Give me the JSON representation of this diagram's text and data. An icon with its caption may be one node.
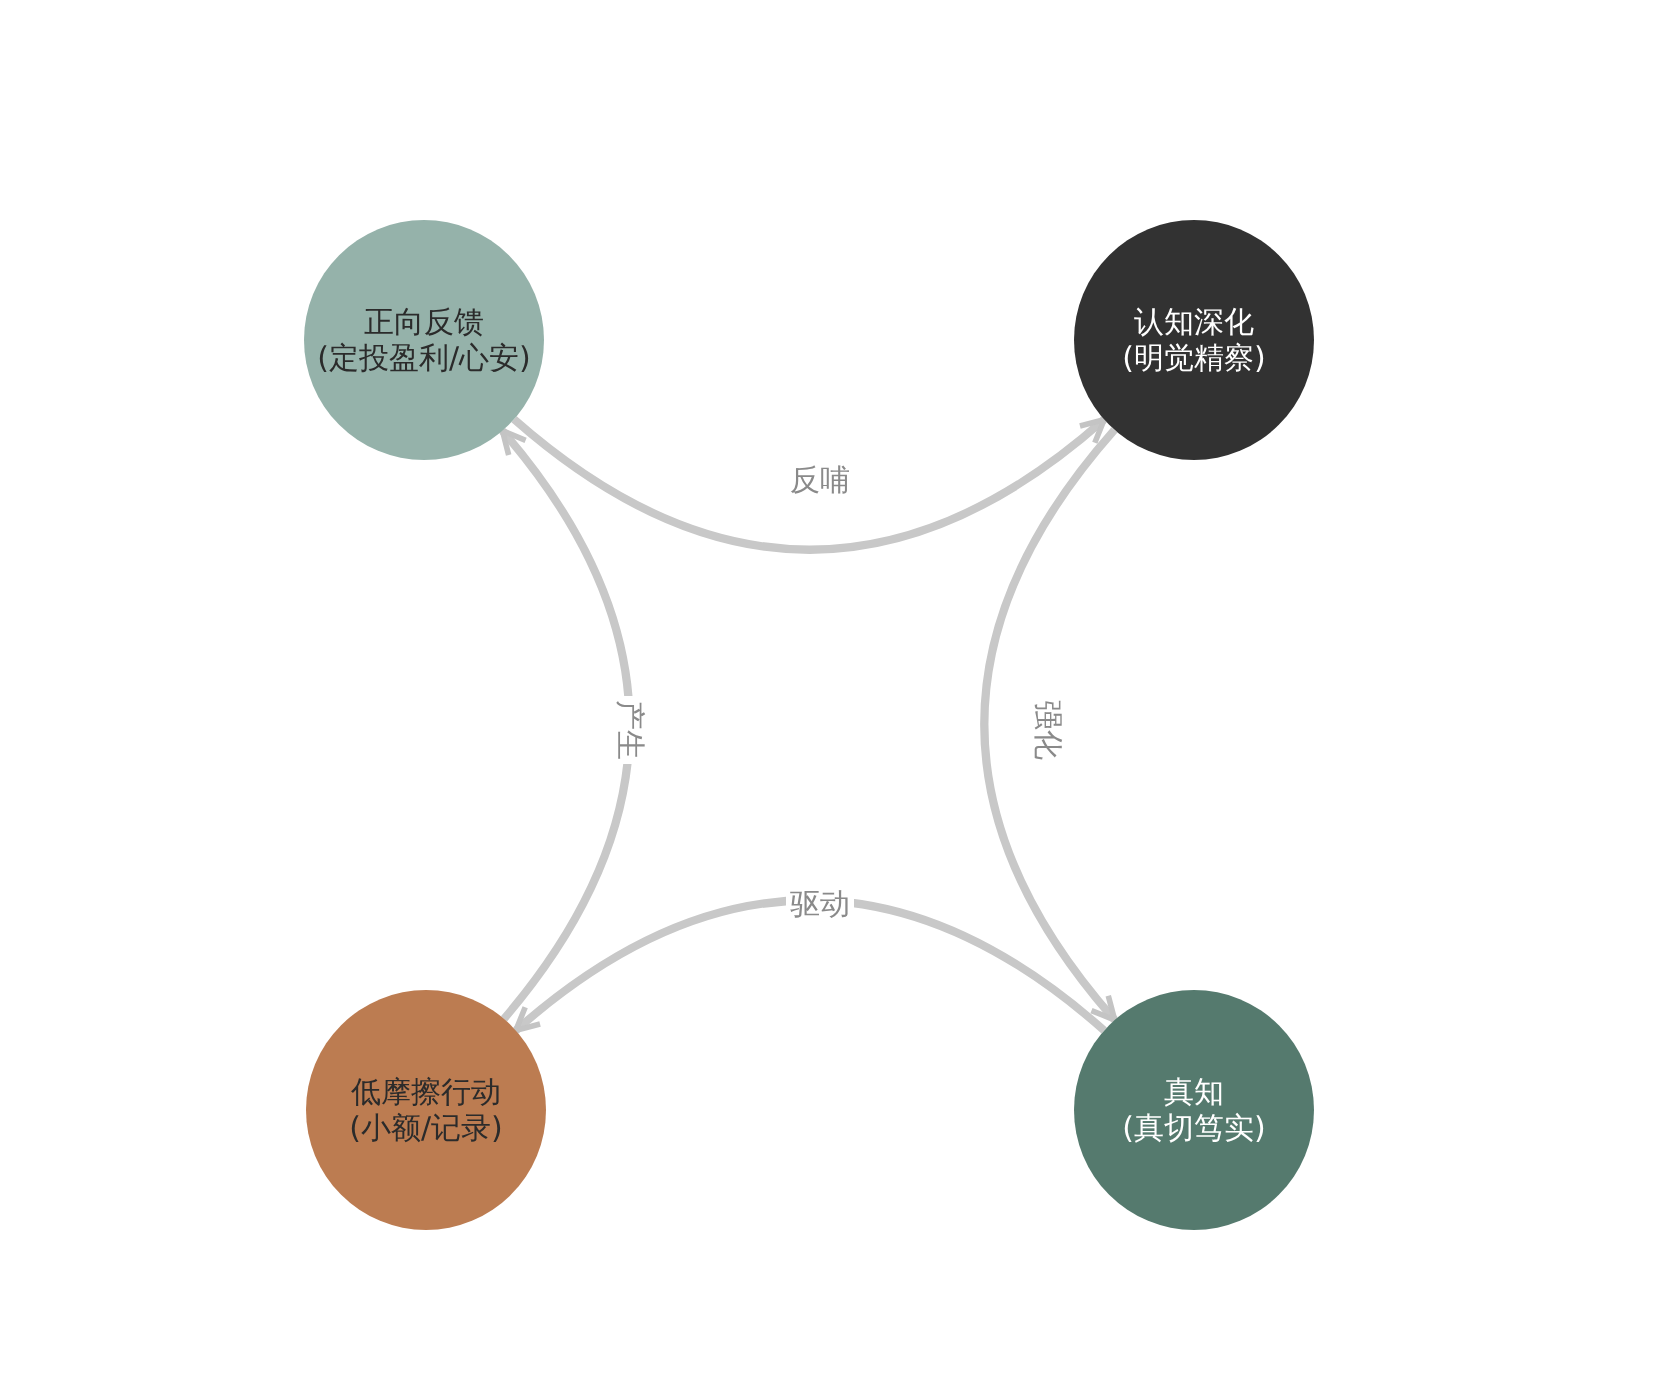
{
  "diagram": {
    "nodes": [
      {
        "text": [
          "正向反馈",
          "(定投盈利/心安)"
        ]
      },
      {
        "text": [
          "认知深化",
          "(明觉精察)"
        ]
      },
      {
        "text": [
          "低摩擦行动",
          "(小额/记录)"
        ]
      },
      {
        "text": [
          "真知",
          "(真切笃实)"
        ]
      }
    ],
    "edges": [
      {
        "from": 0,
        "to": 1,
        "arrow": "to",
        "label": "反哺"
      },
      {
        "from": 1,
        "to": 3,
        "arrow": "to",
        "label": "强化"
      },
      {
        "from": 3,
        "to": 2,
        "arrow": "to",
        "label": "驱动"
      },
      {
        "from": 2,
        "to": 0,
        "arrow": "to",
        "label": "产生"
      }
    ]
  }
}
